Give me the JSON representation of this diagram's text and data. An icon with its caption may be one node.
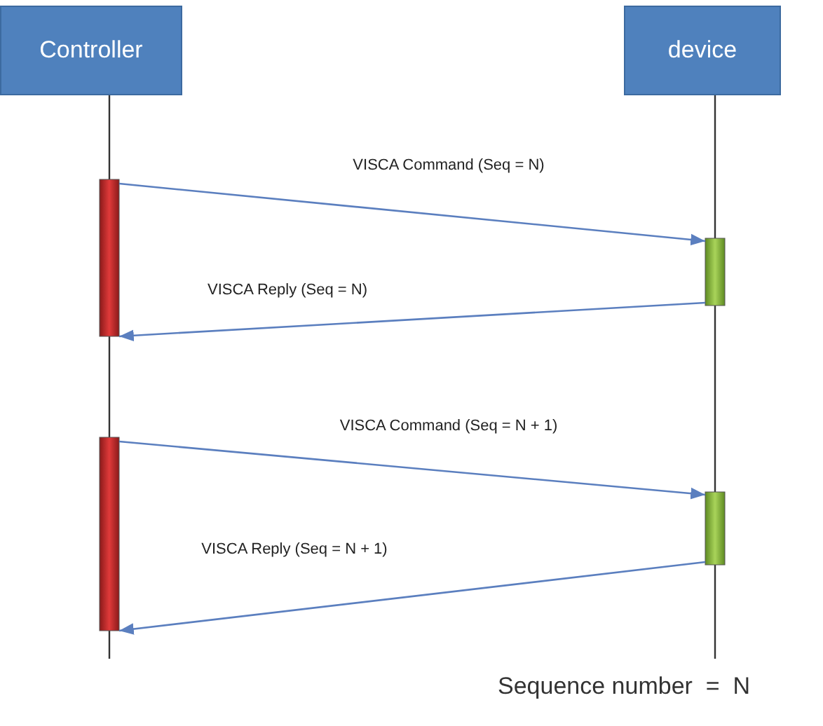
{
  "diagram": {
    "nodes": [
      {
        "text": [
          "Controller"
        ]
      },
      {
        "text": [
          "device"
        ]
      },
      {
        "text": [],
        "shape": "bar"
      },
      {
        "text": [],
        "shape": "bar"
      },
      {
        "text": [],
        "shape": "bar"
      },
      {
        "text": [],
        "shape": "bar"
      }
    ],
    "edges": [
      {
        "from": 2,
        "to": 3,
        "arrow": "to",
        "label": "VISCA Command  (Seq = N)"
      },
      {
        "from": 3,
        "to": 2,
        "arrow": "to",
        "label": "VISCA Reply (Seq = N)"
      },
      {
        "from": 4,
        "to": 5,
        "arrow": "to",
        "label": "VISCA Command  (Seq = N + 1)"
      },
      {
        "from": 5,
        "to": 4,
        "arrow": "to",
        "label": "VISCA Reply (Seq = N + 1)"
      }
    ],
    "labels": [
      "Sequence number  =  N"
    ]
  }
}
